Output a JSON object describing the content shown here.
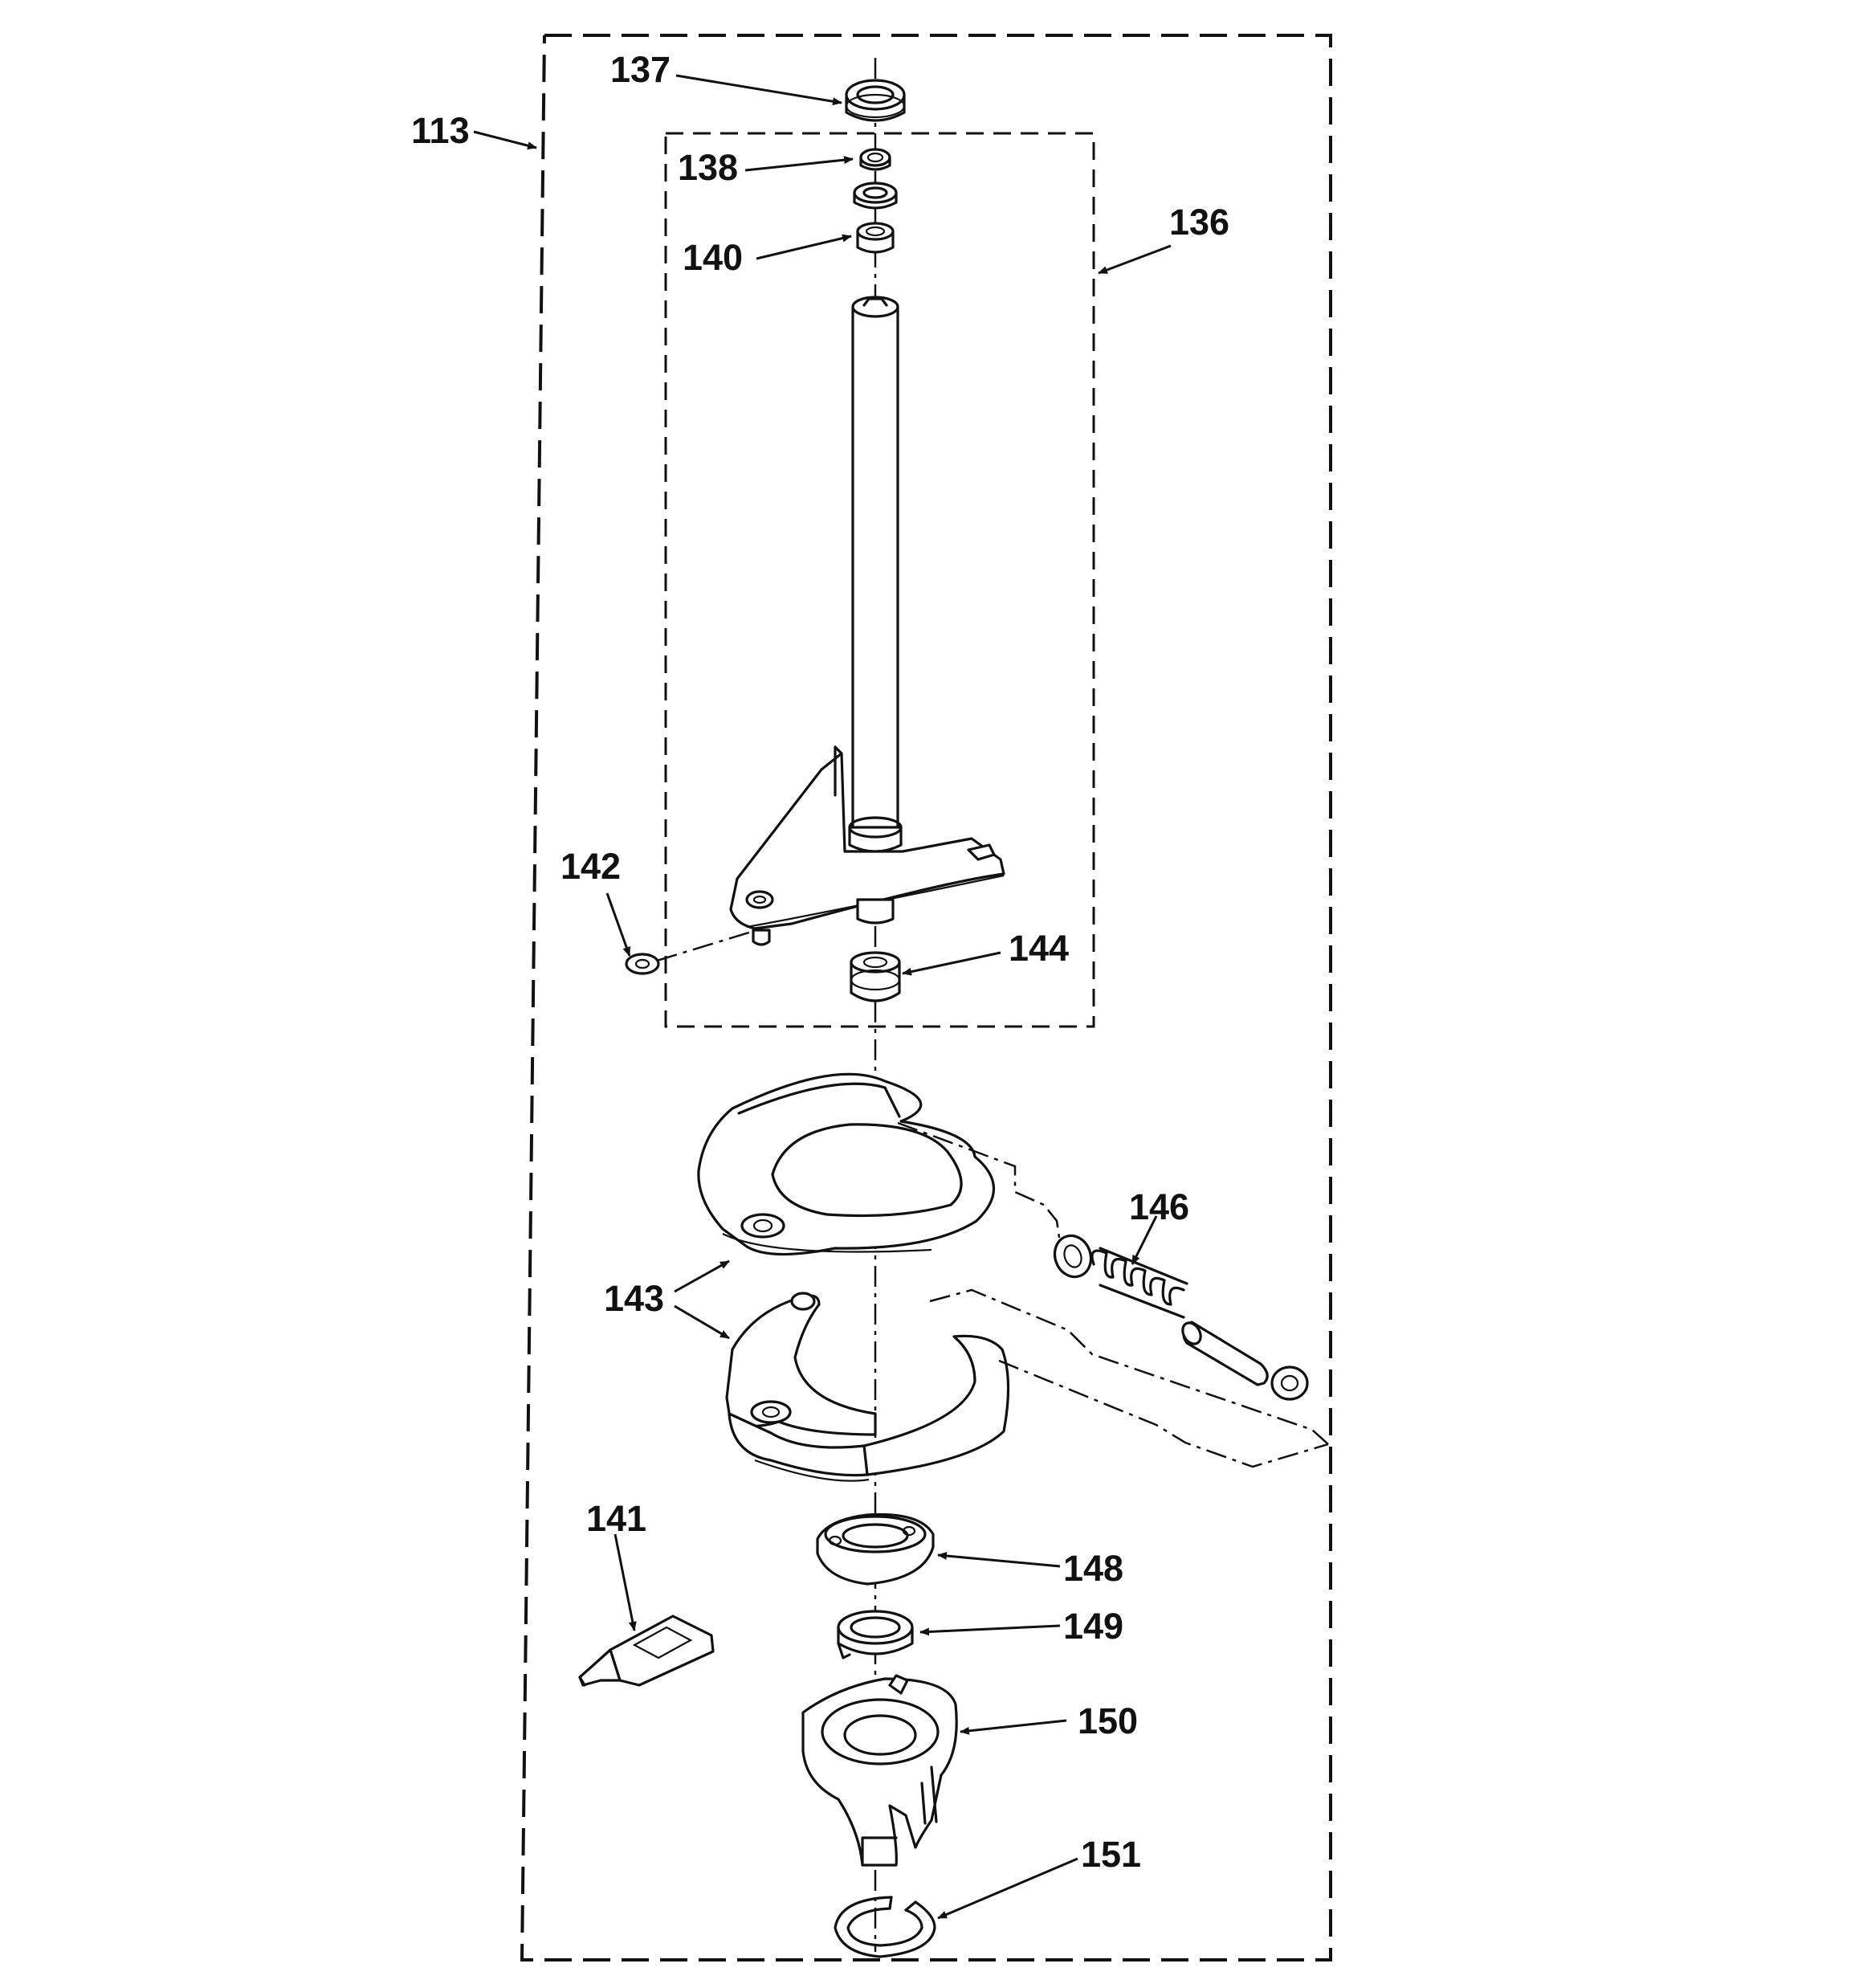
{
  "callouts": {
    "c113": "113",
    "c137": "137",
    "c138": "138",
    "c136": "136",
    "c140": "140",
    "c142": "142",
    "c144": "144",
    "c146": "146",
    "c143": "143",
    "c141": "141",
    "c148": "148",
    "c149": "149",
    "c150": "150",
    "c151": "151"
  },
  "colors": {
    "ink": "#111111",
    "paper": "#ffffff"
  }
}
